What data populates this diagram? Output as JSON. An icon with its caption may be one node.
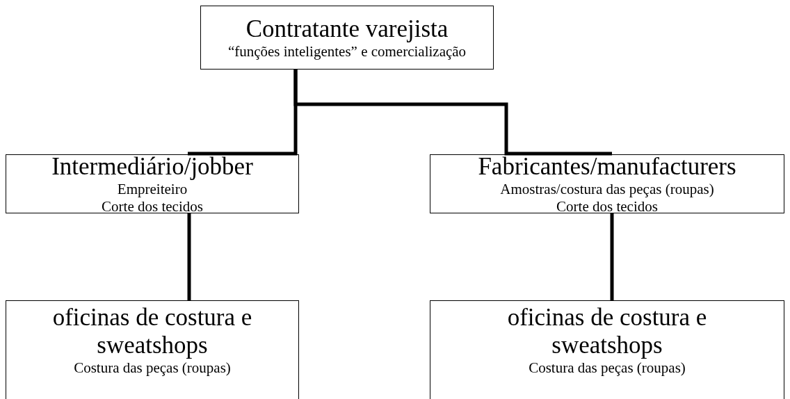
{
  "diagram": {
    "nodes": [
      {
        "text": [
          "Contratante varejista",
          "“funções inteligentes” e comercialização"
        ]
      },
      {
        "text": [
          "Intermediário/jobber",
          "Empreiteiro",
          "Corte dos tecidos"
        ]
      },
      {
        "text": [
          "Fabricantes/manufacturers",
          "Amostras/costura das peças (roupas)",
          "Corte dos tecidos"
        ]
      },
      {
        "text": [
          "oficinas de costura e sweatshops",
          "Costura das peças (roupas)"
        ]
      },
      {
        "text": [
          "oficinas de costura e sweatshops",
          "Costura das peças (roupas)"
        ]
      }
    ],
    "edges": [
      {
        "from": 0,
        "to": 1,
        "arrow": "none"
      },
      {
        "from": 0,
        "to": 2,
        "arrow": "none"
      },
      {
        "from": 1,
        "to": 3,
        "arrow": "none"
      },
      {
        "from": 2,
        "to": 4,
        "arrow": "none"
      }
    ]
  }
}
